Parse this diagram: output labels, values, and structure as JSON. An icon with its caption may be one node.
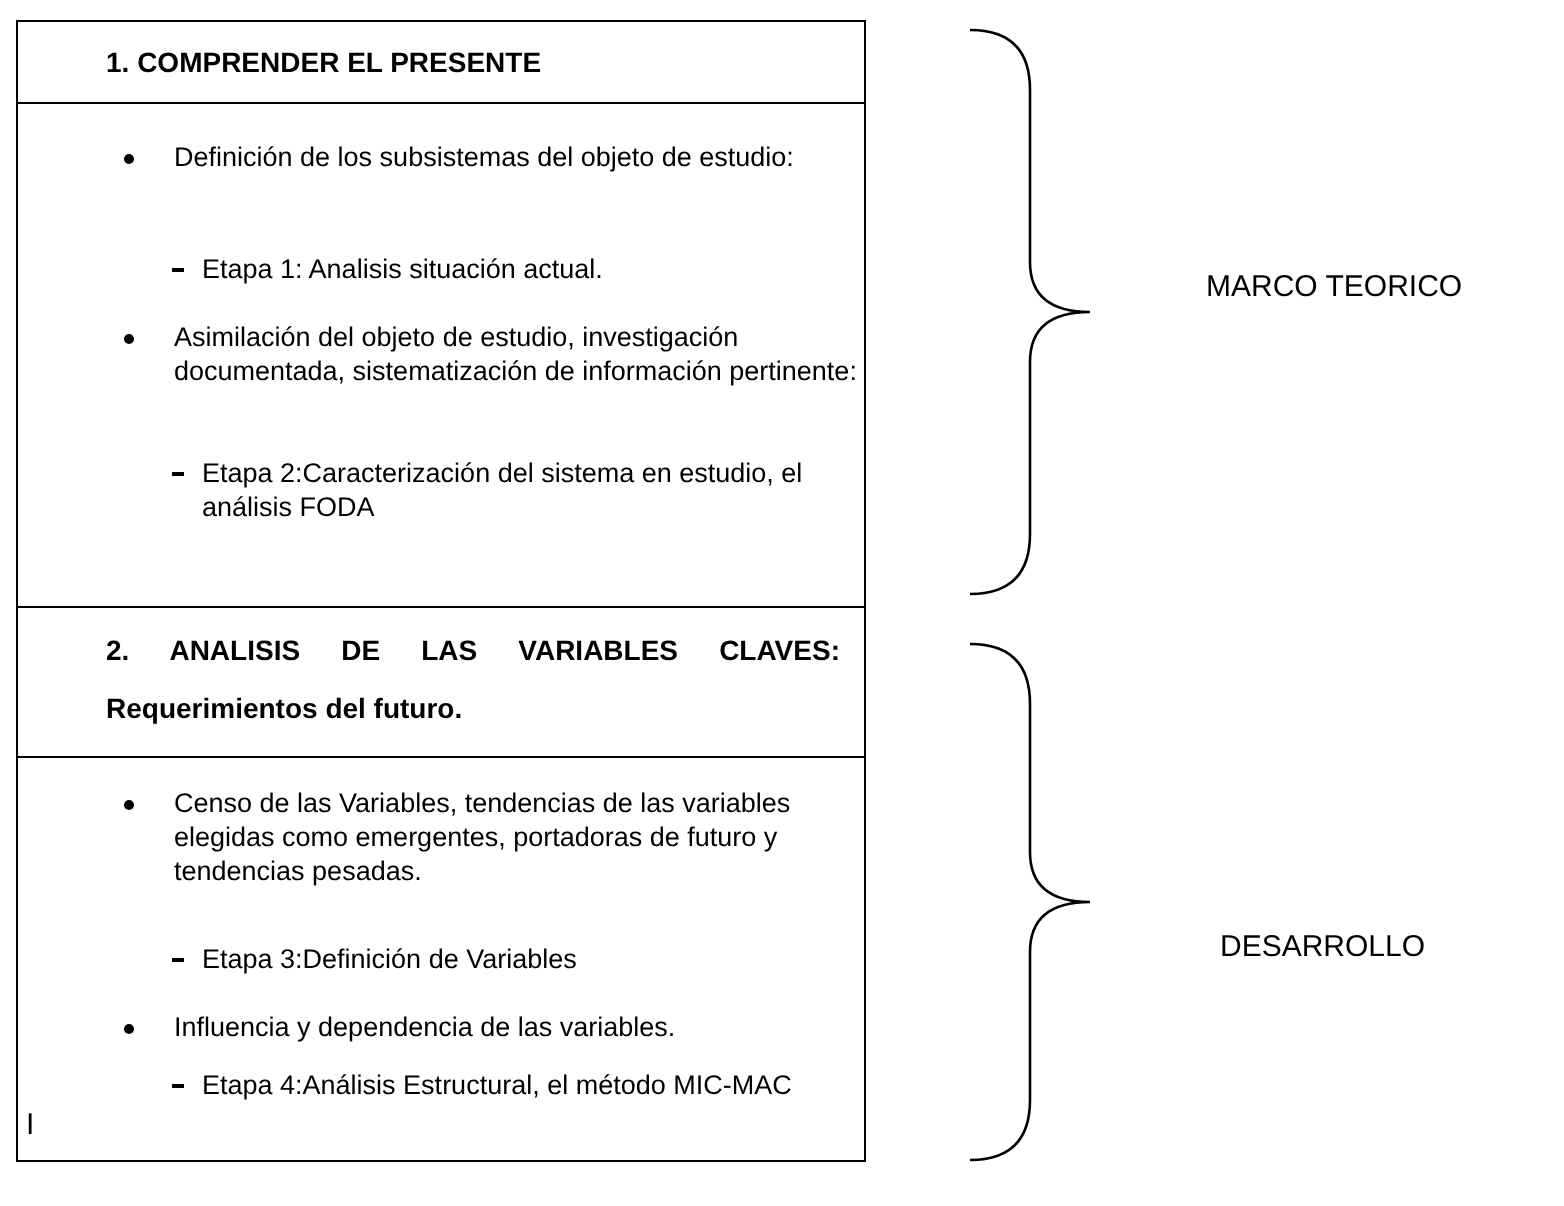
{
  "diagram": {
    "nodes": [
      {
        "text": [
          "1. COMPRENDER EL PRESENTE"
        ]
      },
      {
        "text": [
          "Definición de los subsistemas del objeto de estudio:",
          "Etapa 1: Analisis situación actual.",
          "Asimilación del objeto de estudio, investigación documentada, sistematización de información pertinente:",
          "Etapa 2:Caracterización del sistema en estudio, el análisis FODA"
        ]
      },
      {
        "text": [
          "2. ANALISIS DE LAS VARIABLES CLAVES: Requerimientos del futuro."
        ]
      },
      {
        "text": [
          "Censo de las Variables, tendencias de las variables elegidas como emergentes, portadoras de futuro y tendencias pesadas.",
          "Etapa 3:Definición de Variables",
          "Influencia y dependencia de las variables.",
          "Etapa 4:Análisis Estructural, el método MIC-MAC",
          "I"
        ]
      }
    ],
    "labels": [
      "MARCO TEORICO",
      "DESARROLLO"
    ]
  }
}
